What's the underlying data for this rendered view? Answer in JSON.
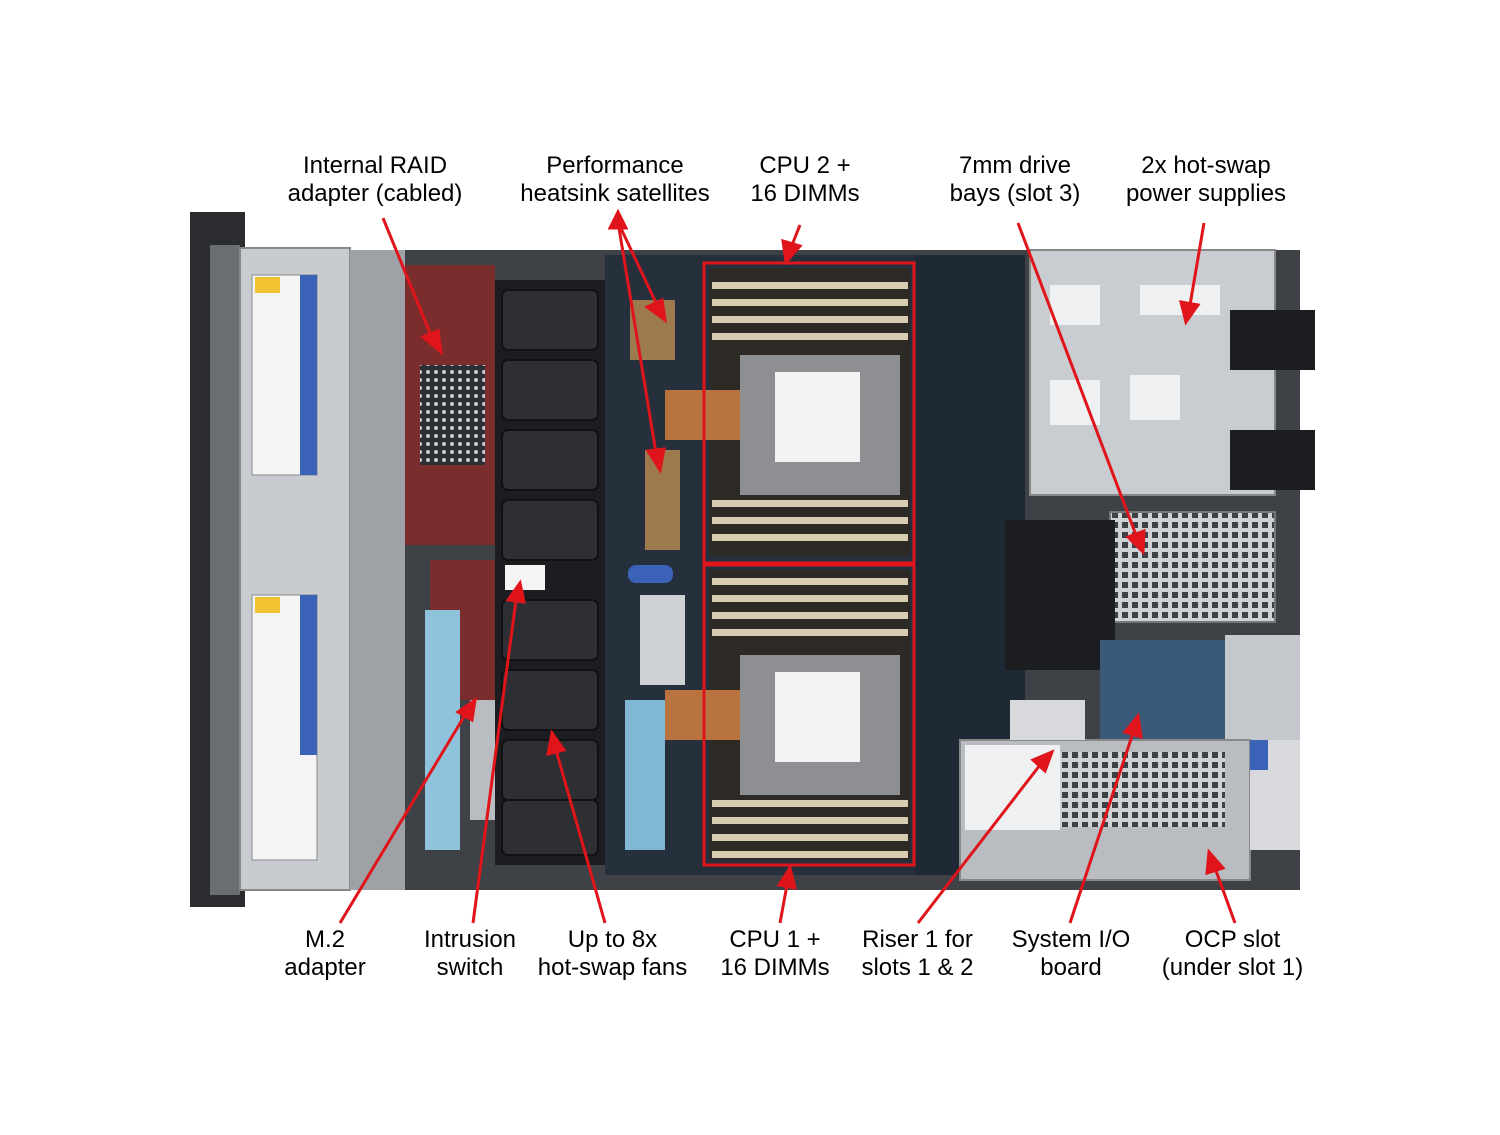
{
  "labels": {
    "raid": [
      "Internal RAID",
      "adapter (cabled)"
    ],
    "heatsink": [
      "Performance",
      "heatsink satellites"
    ],
    "cpu2": [
      "CPU 2 +",
      "16 DIMMs"
    ],
    "drive7mm": [
      "7mm drive",
      "bays (slot 3)"
    ],
    "psu": [
      "2x hot-swap",
      "power supplies"
    ],
    "m2": [
      "M.2",
      "adapter"
    ],
    "intrusion": [
      "Intrusion",
      "switch"
    ],
    "fans": [
      "Up to 8x",
      "hot-swap fans"
    ],
    "cpu1": [
      "CPU 1 +",
      "16 DIMMs"
    ],
    "riser": [
      "Riser 1 for",
      "slots 1 & 2"
    ],
    "sysio": [
      "System I/O",
      "board"
    ],
    "ocp": [
      "OCP slot",
      "(under slot 1)"
    ]
  },
  "colors": {
    "callout": "#e0141b",
    "chassis": "#5a5d62",
    "board": "#26303d",
    "metal": "#b9bcc0"
  }
}
